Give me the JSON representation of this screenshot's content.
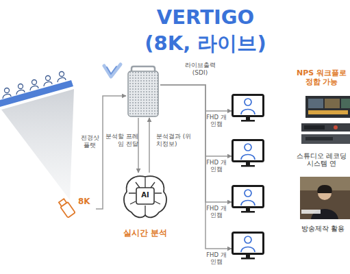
{
  "diagram": {
    "title": "VERTIGO (8K, 라이브)",
    "nodes": [
      {
        "text": [
          "8K"
        ]
      },
      {
        "text": []
      },
      {
        "text": [
          "AI",
          "실시간 분석"
        ]
      },
      {
        "text": [
          "FHD 개인캠"
        ]
      },
      {
        "text": [
          "FHD 개인캠"
        ]
      },
      {
        "text": [
          "FHD 개인캠"
        ]
      },
      {
        "text": [
          "FHD 개인캠"
        ]
      }
    ],
    "edges": [
      {
        "from": 0,
        "to": 1,
        "label": "전경샷 플랫",
        "arrow": "to"
      },
      {
        "from": 1,
        "to": 2,
        "label": "분석할 프레임 전달",
        "arrow": "to"
      },
      {
        "from": 2,
        "to": 1,
        "label": "분석결과 (위치정보)",
        "arrow": "to"
      },
      {
        "from": 1,
        "to": 3,
        "label": "라이브출력 (SDI)",
        "arrow": "to"
      },
      {
        "from": 1,
        "to": 4,
        "arrow": "to"
      },
      {
        "from": 1,
        "to": 5,
        "arrow": "to"
      },
      {
        "from": 1,
        "to": 6,
        "arrow": "to"
      }
    ],
    "labels": [
      "NPS 워크플로 정합 가능",
      "스튜디오 레코딩시스템 연",
      "방송제작 활용"
    ]
  }
}
